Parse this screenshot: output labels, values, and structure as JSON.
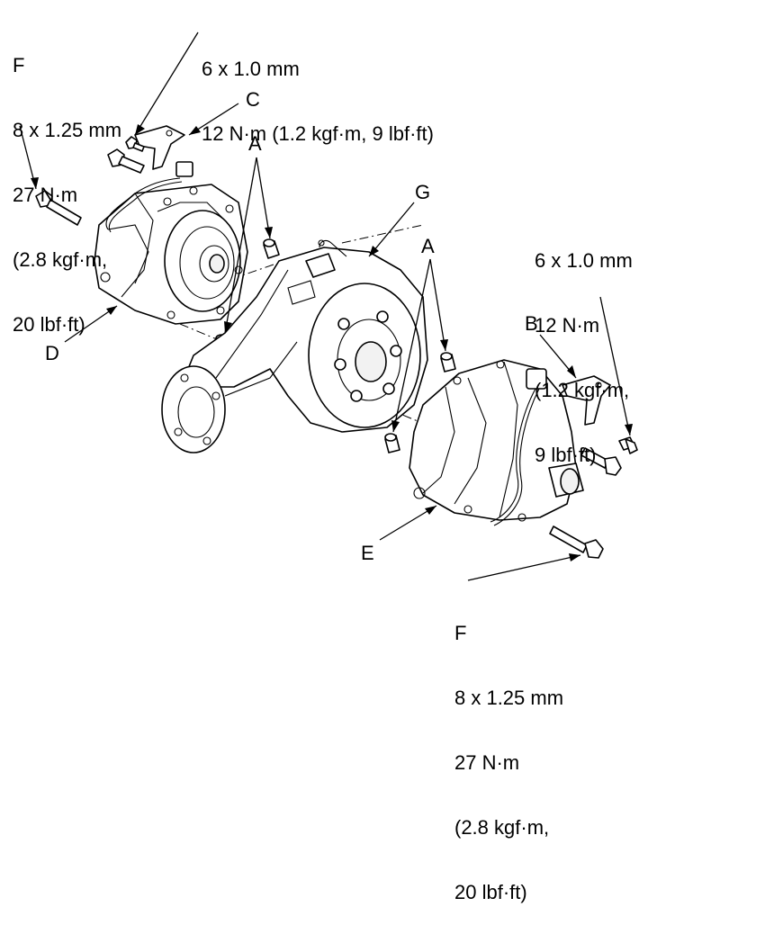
{
  "callouts": {
    "a_top": "A",
    "a_right": "A",
    "b": "B",
    "c": "C",
    "d": "D",
    "e": "E",
    "g": "G"
  },
  "spec_top_left": {
    "letter": "F",
    "lines": [
      "8 x 1.25 mm",
      "27 N·m",
      "(2.8 kgf·m,",
      "20 lbf·ft)"
    ]
  },
  "spec_top_center": {
    "lines": [
      "6 x 1.0 mm",
      "12 N·m (1.2 kgf·m, 9 lbf·ft)"
    ]
  },
  "spec_right": {
    "lines": [
      "6 x 1.0 mm",
      "12 N·m",
      "(1.2 kgf·m,",
      "9 lbf·ft)"
    ]
  },
  "spec_bottom": {
    "letter": "F",
    "lines": [
      "8 x 1.25 mm",
      "27 N·m",
      "(2.8 kgf·m,",
      "20 lbf·ft)"
    ]
  }
}
